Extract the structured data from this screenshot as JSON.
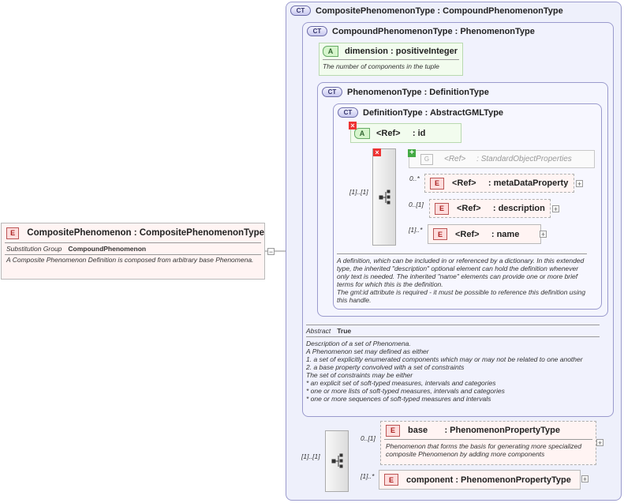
{
  "root": {
    "badge": "E",
    "title": "CompositePhenomenon : CompositePhenomenonType",
    "subst_label": "Substitution Group",
    "subst_value": "CompoundPhenomenon",
    "doc": "A Composite Phenomenon Definition is composed from arbitrary base Phenomena."
  },
  "ct_composite": {
    "badge": "CT",
    "title": "CompositePhenomenonType : CompoundPhenomenonType"
  },
  "ct_compound": {
    "badge": "CT",
    "title": "CompoundPhenomenonType : PhenomenonType"
  },
  "dimension": {
    "badge": "A",
    "title": "dimension : positiveInteger",
    "doc": "The number of components in the tuple"
  },
  "ct_phenomenon": {
    "badge": "CT",
    "title": "PhenomenonType : DefinitionType"
  },
  "ct_definition": {
    "badge": "CT",
    "title": "DefinitionType : AbstractGMLType"
  },
  "id_attr": {
    "badge": "A",
    "title": "<Ref>     : id",
    "mark": "×"
  },
  "std_props": {
    "badge": "G",
    "title": "<Ref>     : StandardObjectProperties",
    "plus": "+"
  },
  "seq_inner": {
    "mark": "×",
    "card": "[1]..[1]"
  },
  "metadata": {
    "badge": "E",
    "title": "<Ref>     : metaDataProperty",
    "card": "0..*"
  },
  "description": {
    "badge": "E",
    "title": "<Ref>     : description",
    "card": "0..[1]"
  },
  "name": {
    "badge": "E",
    "title": "<Ref>     : name",
    "card": "[1]..*"
  },
  "definition_doc": "A definition, which can be included in or referenced by a dictionary. In this extended type, the inherited \"description\" optional element can hold the definition whenever only text is needed. The inherited \"name\" elements can provide one or more brief terms for which this is the definition.\nThe gml:id attribute is required - it must be possible to reference this definition using this handle.",
  "compound_meta": {
    "abstract_label": "Abstract",
    "abstract_value": "True",
    "doc": "Description of a set of Phenomena.\nA Phenomenon set may defined as either\n1. a set of explicitly enumerated components which may or may not be related to one another\n2. a base property convolved with a set of constraints\nThe set of constraints may be either\n* an explicit set of soft-typed measures, intervals and categories\n* one or more lists of soft-typed measures, intervals and categories\n* one or more sequences of soft-typed measures and intervals"
  },
  "seq_outer": {
    "card": "[1]..[1]"
  },
  "base": {
    "badge": "E",
    "title": "base       : PhenomenonPropertyType",
    "card": "0..[1]",
    "doc": "Phenomenon that forms the basis for generating more specialized composite Phenomenon by adding more components"
  },
  "component": {
    "badge": "E",
    "title": "component : PhenomenonPropertyType",
    "card": "[1]..*"
  },
  "expand": "+",
  "collapse": "−"
}
